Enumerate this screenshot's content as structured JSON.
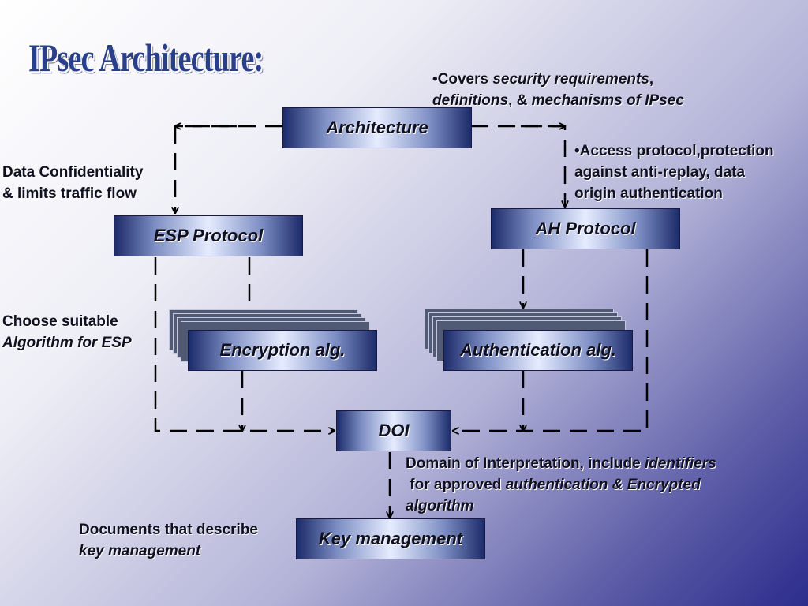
{
  "title": "IPsec Architecture:",
  "boxes": {
    "architecture": "Architecture",
    "esp": "ESP Protocol",
    "ah": "AH Protocol",
    "encryption": "Encryption alg.",
    "authentication": "Authentication alg.",
    "doi": "DOI",
    "key_management": "Key management"
  },
  "notes": {
    "architecture": {
      "bullet": "•",
      "line1_a": "Covers ",
      "line1_b": "security requirements",
      "line1_c": ",",
      "line2_a": "definitions",
      "line2_b": ", & ",
      "line2_c": "mechanisms of IPsec"
    },
    "esp": {
      "line1": "Data Confidentiality",
      "line2": "& limits traffic flow"
    },
    "ah": {
      "line1": "•Access protocol,protection",
      "line2": "against anti-replay, data",
      "line3": "origin authentication"
    },
    "encryption": {
      "line1": "Choose suitable",
      "line2": "Algorithm for ESP"
    },
    "doi": {
      "line1_a": "Domain of Interpretation, include ",
      "line1_b": "identifiers",
      "line2_a": " for approved ",
      "line2_b": "authentication & Encrypted",
      "line3": "algorithm"
    },
    "key_management": {
      "line1": "Documents that describe",
      "line2": "key management"
    }
  }
}
